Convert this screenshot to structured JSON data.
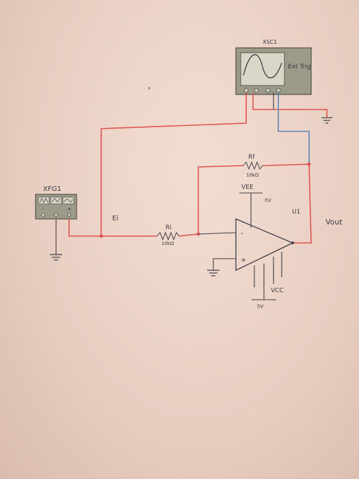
{
  "labels": {
    "oscilloscope": "XSC1",
    "ext_trig": "Ext Trig",
    "function_generator": "XFG1",
    "fg_minus": "-",
    "fg_plus": "+",
    "node_ei": "Ei",
    "rf_name": "Rf",
    "rf_value": "10kΩ",
    "ri_name": "Ri",
    "ri_value": "10kΩ",
    "vee": "VEE",
    "vee_value": "-5V",
    "opamp": "U1",
    "opamp_minus": "-",
    "opamp_plus": "+",
    "vcc": "VCC",
    "vcc_value": "5V",
    "vout": "Vout",
    "stray_mark": "›"
  },
  "colors": {
    "paper": "#ebd3c6",
    "wire_red": "#e0504d",
    "wire_blue": "#5b86b8",
    "ink": "#3c3c46",
    "instrument_body": "#9c9a88"
  }
}
